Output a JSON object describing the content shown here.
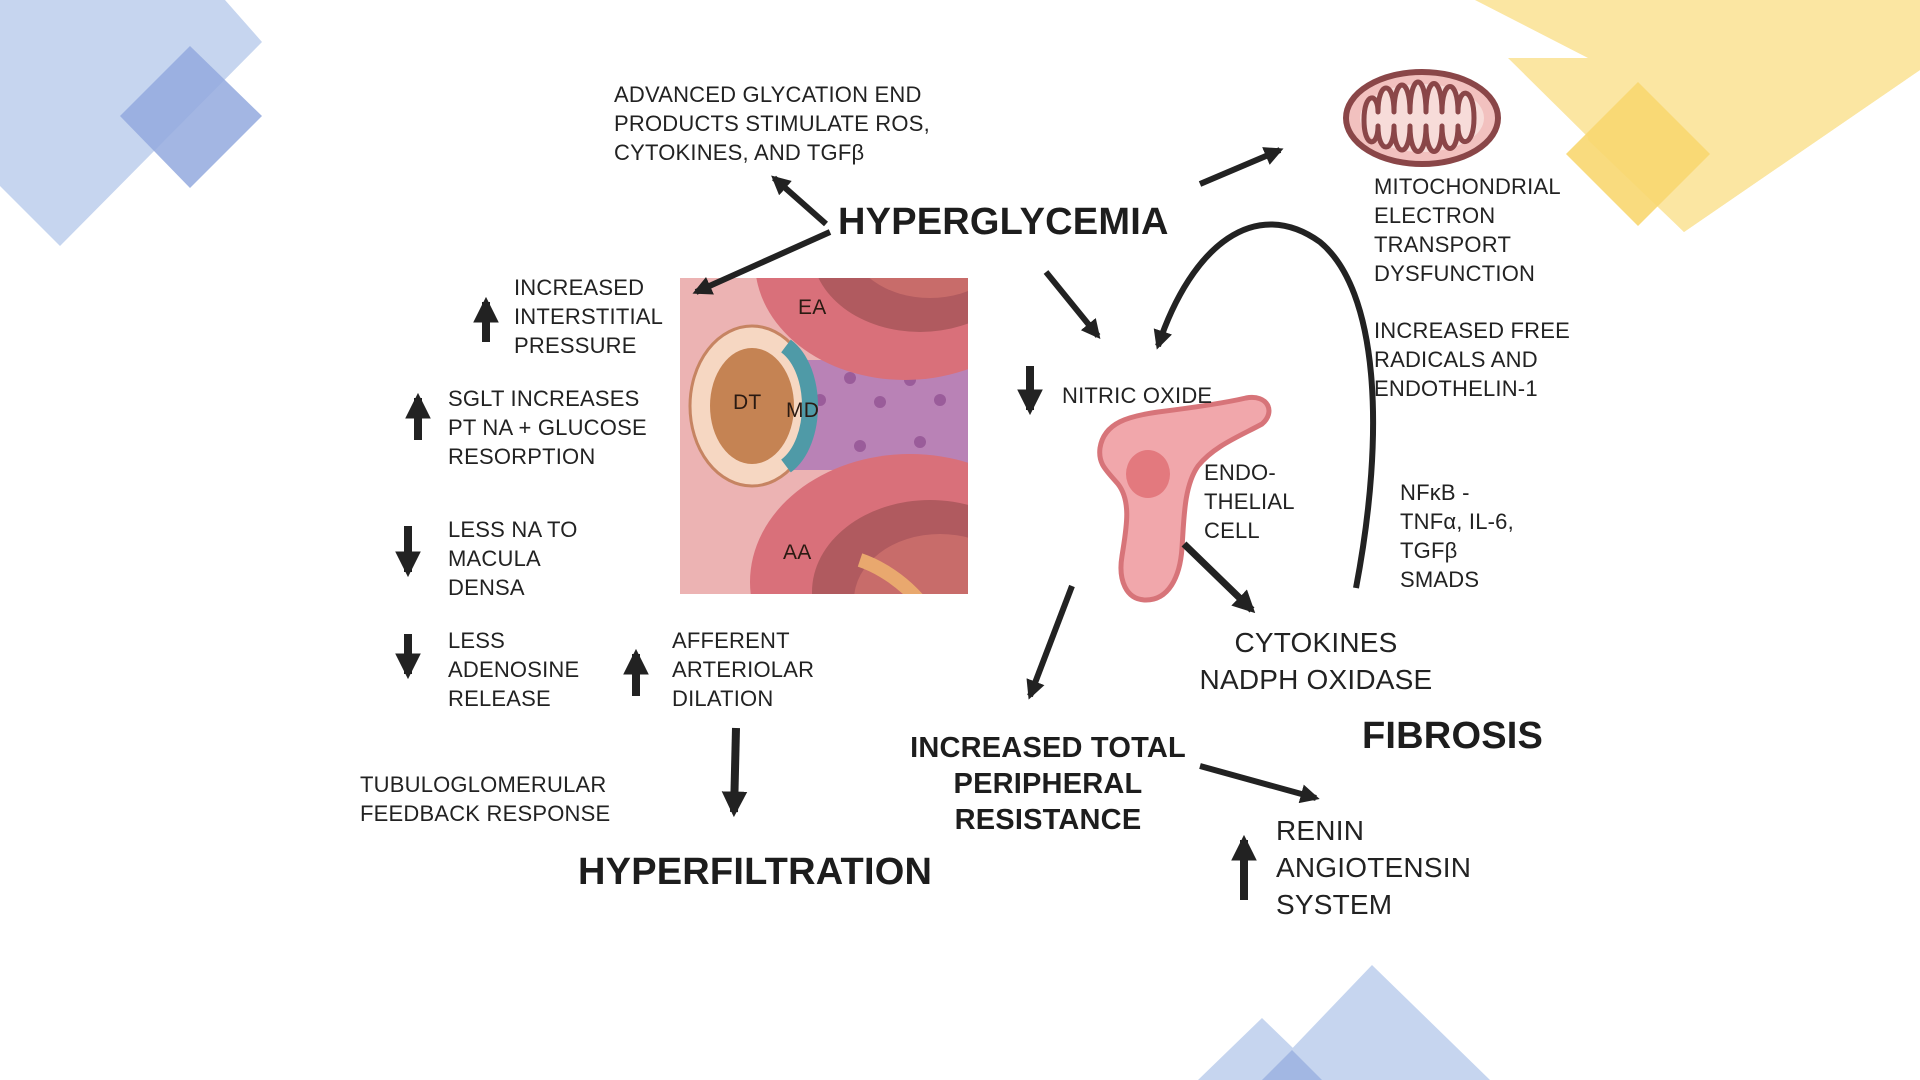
{
  "colors": {
    "blue_deco": "#c6d5ef",
    "blue_deco_dark": "#93a9de",
    "yellow_deco": "#fbe6a2",
    "yellow_deco_dark": "#f8d770",
    "arrow": "#222222",
    "vessel_red": "#d9707a",
    "cell_pink": "#ee9aa0"
  },
  "icons": {
    "mitochondrion": "mitochondrion-icon",
    "endothelial_cell": "endothelial-cell-icon",
    "glomerulus": "juxtaglomerular-apparatus-illustration",
    "up_arrow": "up-arrow-icon",
    "down_arrow": "down-arrow-icon"
  },
  "diagram": {
    "title_hyperglycemia": "HYPERGLYCEMIA",
    "age_text": "ADVANCED GLYCATION END\nPRODUCTS STIMULATE ROS,\nCYTOKINES, AND TGFβ",
    "mito_text": "MITOCHONDRIAL\nELECTRON\nTRANSPORT\nDYSFUNCTION",
    "free_radicals_text": "INCREASED FREE\nRADICALS AND\nENDOTHELIN-1",
    "nfkb_text": "NFκB -\nTNFα, IL-6,\nTGFβ\nSMADS",
    "interstitial_text": "INCREASED\nINTERSTITIAL\nPRESSURE",
    "sglt_text": "SGLT INCREASES\nPT  NA + GLUCOSE\nRESORPTION",
    "less_na_text": "LESS NA TO\nMACULA\nDENSA",
    "less_adenosine_text": "LESS\nADENOSINE\nRELEASE",
    "afferent_text": "AFFERENT\nARTERIOLAR\nDILATION",
    "tgf_text": "TUBULOGLOMERULAR\nFEEDBACK RESPONSE",
    "hyperfiltration_text": "HYPERFILTRATION",
    "nitric_oxide_text": "NITRIC OXIDE",
    "endothelial_text": "ENDO-\nTHELIAL\nCELL",
    "cytokines_text": "CYTOKINES\nNADPH OXIDASE",
    "fibrosis_text": "FIBROSIS",
    "tpr_text": "INCREASED TOTAL\nPERIPHERAL\nRESISTANCE",
    "ras_text": "RENIN\nANGIOTENSIN\nSYSTEM",
    "illus_ea": "EA",
    "illus_dt": "DT",
    "illus_md": "MD",
    "illus_aa": "AA"
  }
}
